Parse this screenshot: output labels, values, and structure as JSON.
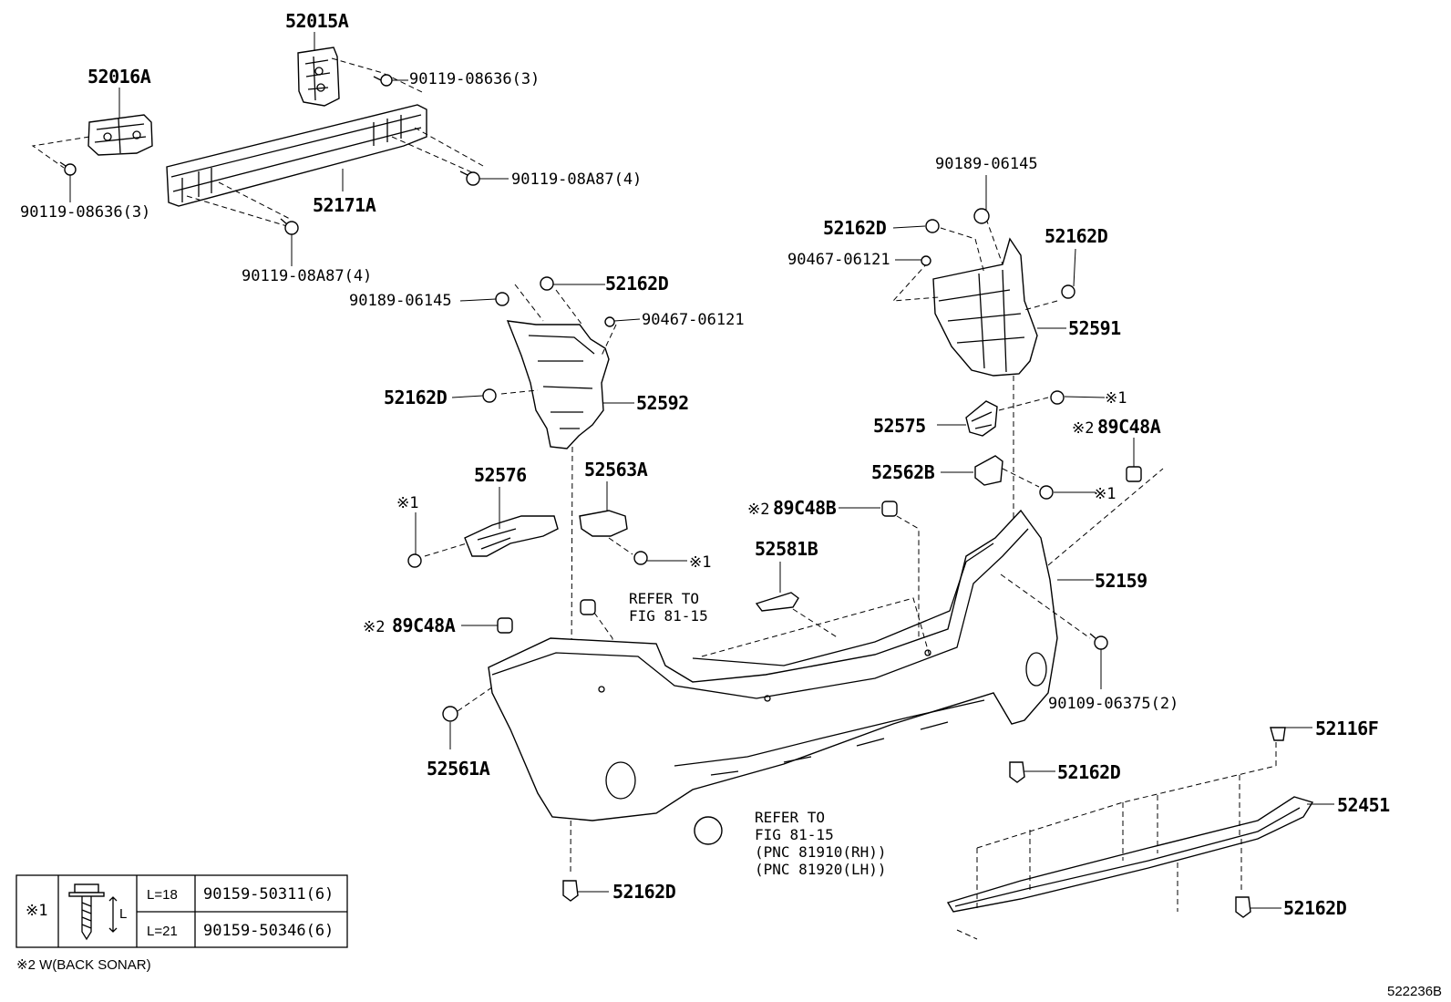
{
  "labels": {
    "p52015A": "52015A",
    "p52016A": "52016A",
    "p52171A": "52171A",
    "f90119_08636_top": "90119-08636(3)",
    "f90119_08636_left": "90119-08636(3)",
    "f90119_08A87_right": "90119-08A87(4)",
    "f90119_08A87_bottom": "90119-08A87(4)",
    "f90189_06145_right": "90189-06145",
    "f90189_06145_left": "90189-06145",
    "p52162D_1": "52162D",
    "p52162D_2": "52162D",
    "p52162D_3": "52162D",
    "p52162D_4": "52162D",
    "p52162D_5": "52162D",
    "p52162D_6": "52162D",
    "p52162D_7": "52162D",
    "f90467_06121_right": "90467-06121",
    "f90467_06121_left": "90467-06121",
    "p52591": "52591",
    "p52592": "52592",
    "p52575": "52575",
    "p52562B": "52562B",
    "p52576": "52576",
    "p52563A": "52563A",
    "p89C48A_r": "89C48A",
    "p89C48A_l": "89C48A",
    "p89C48B": "89C48B",
    "p52581B": "52581B",
    "p52159": "52159",
    "p52561A": "52561A",
    "f90109_06375": "90109-06375(2)",
    "p52116F": "52116F",
    "p52451": "52451",
    "note1": "※1",
    "note2": "※2",
    "refer1_line1": "REFER TO",
    "refer1_line2": "FIG 81-15",
    "refer2_line1": "REFER TO",
    "refer2_line2": "FIG 81-15",
    "refer2_line3": "(PNC 81910(RH))",
    "refer2_line4": "(PNC 81920(LH))",
    "diagram_id": "522236B"
  },
  "legend": {
    "symbol": "※1",
    "rows": [
      {
        "length": "L=18",
        "part": "90159-50311(6)"
      },
      {
        "length": "L=21",
        "part": "90159-50346(6)"
      }
    ],
    "dim_label": "L",
    "footnote": "※2 W(BACK SONAR)"
  }
}
